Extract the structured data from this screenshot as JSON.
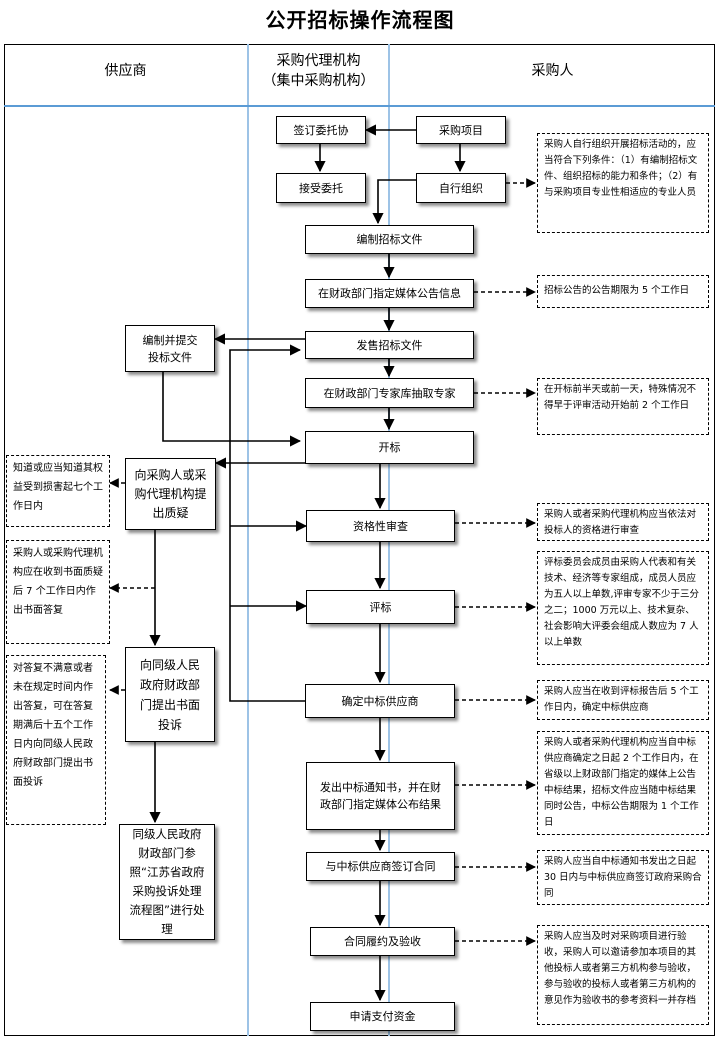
{
  "title": "公开招标操作流程图",
  "lanes": {
    "supplier": "供应商",
    "agency_line1": "采购代理机构",
    "agency_line2": "（集中采购机构）",
    "purchaser": "采购人"
  },
  "steps": {
    "sign_entrust": "签订委托协",
    "purchase_project": "采购项目",
    "accept_entrust": "接受委托",
    "self_organize": "自行组织",
    "compile_docs": "编制招标文件",
    "publish_notice": "在财政部门指定媒体公告信息",
    "sell_docs": "发售招标文件",
    "draw_experts": "在财政部门专家库抽取专家",
    "open_bids": "开标",
    "qualification_review": "资格性审查",
    "evaluation": "评标",
    "determine_winner": "确定中标供应商",
    "issue_notice": "发出中标通知书，并在财政部门指定媒体公布结果",
    "sign_contract": "与中标供应商签订合同",
    "performance": "合同履约及验收",
    "payment": "申请支付资金"
  },
  "supplier_steps": {
    "prepare_bid": "编制并提交投标文件",
    "raise_query": "向采购人或采购代理机构提出质疑",
    "complaint": "向同级人民政府财政部门提出书面投诉",
    "complaint_process": "同级人民政府财政部门参照“江苏省政府采购投诉处理流程图”进行处理"
  },
  "notes": {
    "self_org": "采购人自行组织开展招标活动的，应当符合下列条件：（1）有编制招标文件、组织招标的能力和条件；（2）有与采购项目专业性相适应的专业人员",
    "notice_period": "招标公告的公告期限为 5 个工作日",
    "expert_draw": "在开标前半天或前一天，特殊情况不得早于评审活动开始前 2 个工作日",
    "qualification": "采购人或者采购代理机构应当依法对投标人的资格进行审查",
    "committee": "评标委员会成员由采购人代表和有关技术、经济等专家组成，成员人员应为五人以上单数,评审专家不少于三分之二；1000 万元以上、技术复杂、社会影响大评委会组成人数应为 7 人以上单数",
    "confirm_winner": "采购人应当在收到评标报告后 5 个工作日内，确定中标供应商",
    "notice_publish": "采购人或者采购代理机构应当自中标供应商确定之日起 2 个工作日内，在省级以上财政部门指定的媒体上公告中标结果，招标文件应当随中标结果同时公告，中标公告期限为 1 个工作日",
    "contract": "采购人应当自中标通知书发出之日起 30 日内与中标供应商签订政府采购合同",
    "acceptance": "采购人应当及时对采购项目进行验收，采购人可以邀请参加本项目的其他投标人或者第三方机构参与验收，参与验收的投标人或者第三方机构的意见作为验收书的参考资料一并存档",
    "know_rights": "知道或应当知道其权益受到损害起七个工作日内",
    "reply_query": "采购人或采购代理机构应在收到书面质疑后 7 个工作日内作出书面答复",
    "unsatisfied": "对答复不满意或者未在规定时间内作出答复，可在答复期满后十五个工作日内向同级人民政府财政部门提出书面投诉"
  }
}
